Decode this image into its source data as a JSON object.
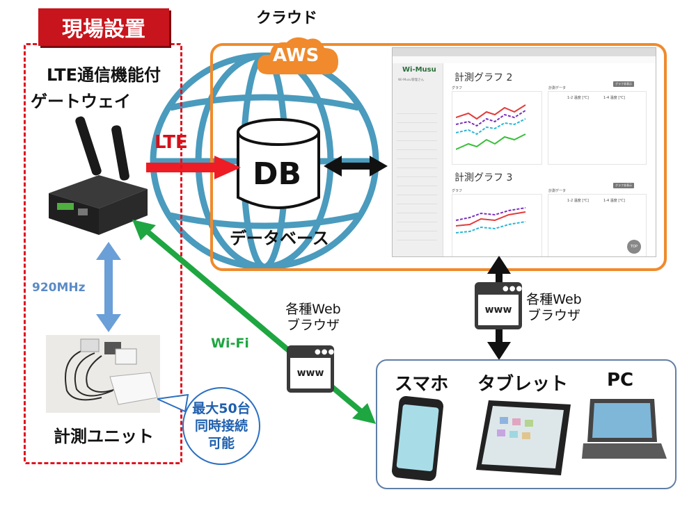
{
  "site": {
    "badge": "現場設置",
    "gateway_line1": "LTE通信機能付",
    "gateway_line2": "ゲートウェイ",
    "unit_label": "計測ユニット",
    "link_920": "920MHz",
    "bubble_line1": "最大50台",
    "bubble_line2": "同時接続",
    "bubble_line3": "可能"
  },
  "cloud": {
    "title": "クラウド",
    "aws_label": "AWS",
    "db_label": "DB",
    "db_caption": "データベース",
    "lte_label": "LTE"
  },
  "links": {
    "wifi_label": "Wi-Fi",
    "browser_left_line1": "各種Web",
    "browser_left_line2": "ブラウザ",
    "browser_right_line1": "各種Web",
    "browser_right_line2": "ブラウザ",
    "www": "www"
  },
  "devices": {
    "smartphone": "スマホ",
    "tablet": "タブレット",
    "pc": "PC"
  },
  "app_screenshot": {
    "logo": "Wi-Musu",
    "user": "Wi-Musu管理さん",
    "graph2_title": "計測グラフ 2",
    "graph3_title": "計測グラフ 3",
    "graph_label": "グラフ",
    "data_label": "計測データ",
    "show_button": "グラフ非表示",
    "col1": "1-2 温度 [℃]",
    "col2": "1-4 温度 [℃]",
    "top_button": "TOP"
  },
  "colors": {
    "site_red": "#e0141f",
    "cloud_orange": "#f08a2c",
    "globe_blue": "#4a9bbd",
    "lte_red": "#ee1c25",
    "wifi_green": "#1ea641",
    "link_blue": "#6a9fd8"
  }
}
